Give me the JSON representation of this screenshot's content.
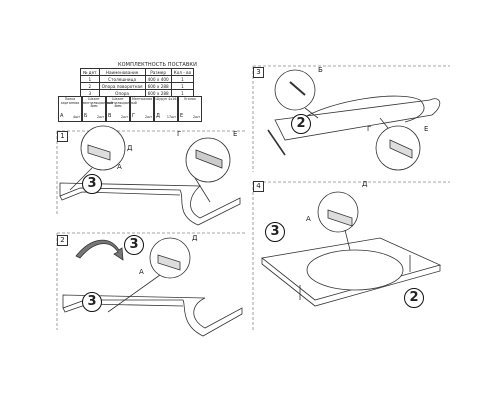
{
  "kit": {
    "title": "КОМПЛЕКТНОСТЬ ПОСТАВКИ",
    "headers": [
      "№ дет",
      "Наименование",
      "Размер",
      "Кол - во"
    ],
    "rows": [
      [
        "1",
        "Столешница",
        "400 х 400",
        "1"
      ],
      [
        "2",
        "Опора поворотная",
        "600 х 288",
        "1"
      ],
      [
        "3",
        "Опора",
        "600 х 288",
        "1"
      ]
    ],
    "hardware": [
      {
        "letter": "А",
        "caption": "Полка картонная",
        "qty": "4шт"
      },
      {
        "letter": "Б",
        "caption": "Шкант вентиляционный 8мм",
        "qty": "2шт"
      },
      {
        "letter": "В",
        "caption": "Шкант вентиляционный 6мм",
        "qty": "2шт"
      },
      {
        "letter": "Г",
        "caption": "Монтажная",
        "qty": "2шт"
      },
      {
        "letter": "Д",
        "caption": "Шуруп 4х16",
        "qty": "17шт"
      },
      {
        "letter": "Е",
        "caption": "Уголок",
        "qty": "2шт"
      }
    ]
  },
  "steps": [
    {
      "num": "1",
      "part": "3",
      "labels": [
        "Д",
        "А",
        "Г",
        "Е"
      ]
    },
    {
      "num": "2",
      "part": "3",
      "turn": "3",
      "labels": [
        "Д",
        "А"
      ]
    },
    {
      "num": "3",
      "part": "2",
      "labels": [
        "Б",
        "Г",
        "Е"
      ]
    },
    {
      "num": "4",
      "part_a": "3",
      "part_b": "2",
      "labels": [
        "Д",
        "А"
      ]
    }
  ]
}
